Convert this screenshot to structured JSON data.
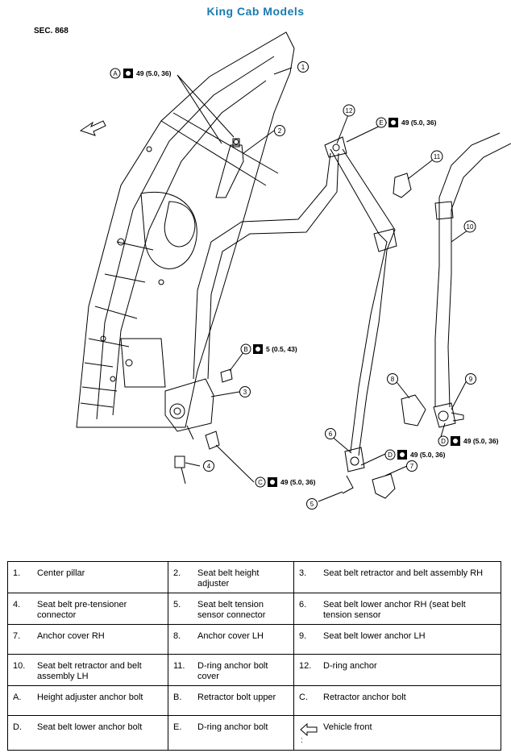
{
  "title": "King Cab Models",
  "section": "SEC. 868",
  "colors": {
    "title": "#1a7ab0",
    "line": "#000000"
  },
  "callouts": {
    "A": {
      "letter": "A",
      "spec": "49 (5.0, 36)"
    },
    "B": {
      "letter": "B",
      "spec": "5 (0.5, 43)"
    },
    "C": {
      "letter": "C",
      "spec": "49 (5.0, 36)"
    },
    "D1": {
      "letter": "D",
      "spec": "49 (5.0, 36)"
    },
    "D2": {
      "letter": "D",
      "spec": "49 (5.0, 36)"
    },
    "E": {
      "letter": "E",
      "spec": "49 (5.0, 36)"
    }
  },
  "part_numbers": [
    "1",
    "2",
    "3",
    "4",
    "5",
    "6",
    "7",
    "8",
    "9",
    "10",
    "11",
    "12"
  ],
  "legend": [
    [
      {
        "key": "1.",
        "text": "Center pillar"
      },
      {
        "key": "2.",
        "text": "Seat belt height adjuster"
      },
      {
        "key": "3.",
        "text": "Seat belt retractor and belt assembly RH"
      }
    ],
    [
      {
        "key": "4.",
        "text": "Seat belt pre-tensioner connector"
      },
      {
        "key": "5.",
        "text": "Seat belt tension sensor connector"
      },
      {
        "key": "6.",
        "text": "Seat belt lower anchor RH (seat belt tension sensor"
      }
    ],
    [
      {
        "key": "7.",
        "text": "Anchor cover RH"
      },
      {
        "key": "8.",
        "text": "Anchor cover LH"
      },
      {
        "key": "9.",
        "text": "Seat belt lower anchor LH"
      }
    ],
    [
      {
        "key": "10.",
        "text": "Seat belt retractor and belt assembly LH"
      },
      {
        "key": "11.",
        "text": "D-ring anchor bolt cover"
      },
      {
        "key": "12.",
        "text": "D-ring anchor"
      }
    ],
    [
      {
        "key": "A.",
        "text": "Height adjuster anchor bolt"
      },
      {
        "key": "B.",
        "text": "Retractor bolt upper"
      },
      {
        "key": "C.",
        "text": "Retractor anchor bolt"
      }
    ],
    [
      {
        "key": "D.",
        "text": "Seat belt lower anchor bolt"
      },
      {
        "key": "E.",
        "text": "D-ring anchor bolt"
      },
      {
        "key": ":",
        "text": "Vehicle front",
        "icon": "vehicle-front-arrow-icon"
      }
    ]
  ]
}
